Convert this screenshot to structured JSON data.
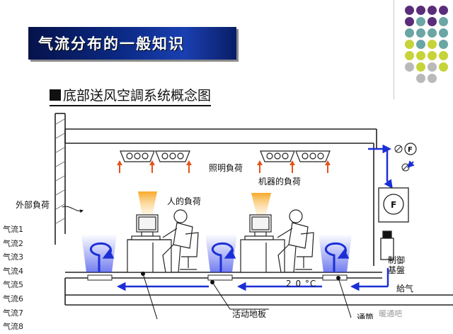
{
  "slide": {
    "title": "气流分布的一般知识",
    "subtitle": "底部送风空調系统概念图"
  },
  "diagram": {
    "labels": {
      "lighting_load": "照明負荷",
      "machine_load": "机器的負荷",
      "human_load": "人的負荷",
      "external_load": "外部負荷",
      "control_panel_line1": "制御",
      "control_panel_line2": "基盤",
      "supply_air": "給气",
      "temperature": "2 0 °C",
      "raised_floor": "活动地板",
      "fan_symbol": "F",
      "fan_small_symbol": "F",
      "bottom_right_partial": "通筒",
      "watermark": "暖通吧"
    },
    "airflow_items": [
      "气流1",
      "气流2",
      "气流3",
      "气流4",
      "气流5",
      "气流6",
      "气流7",
      "气流8"
    ]
  },
  "colors": {
    "title_bg": "#0b2a86",
    "airflow_blue": "#1b2fd6",
    "heat_arrow": "#e2541c",
    "warm_glow": "#f7a51f",
    "dot_purple": "#5a2d7a",
    "dot_teal": "#6aa6a4",
    "dot_lime": "#c6d43a",
    "dot_gray": "#b9b9b9"
  }
}
